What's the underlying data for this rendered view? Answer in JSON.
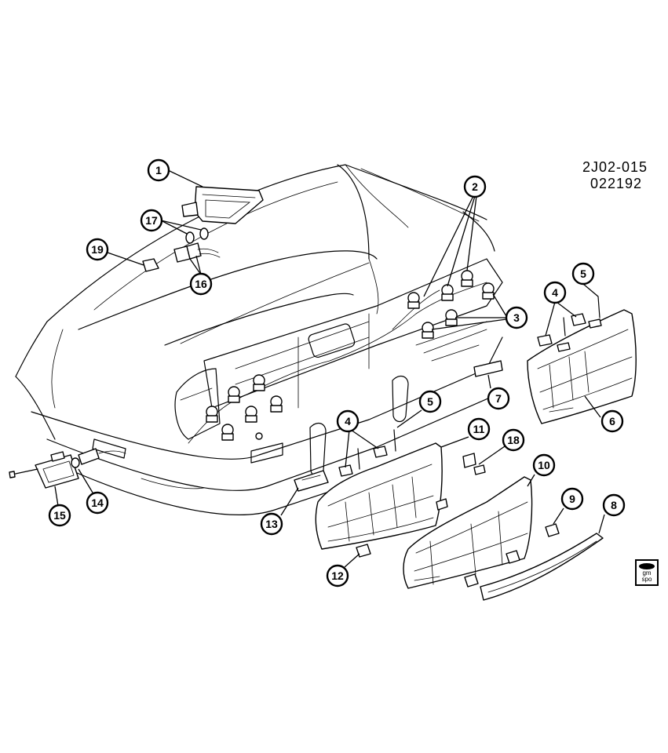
{
  "reference": {
    "code": "2J02-015",
    "date": "022192"
  },
  "logo": {
    "line1": "gm",
    "line2": "spo"
  },
  "callouts": [
    "1",
    "2",
    "3",
    "4",
    "5",
    "6",
    "7",
    "8",
    "9",
    "10",
    "11",
    "12",
    "13",
    "14",
    "15",
    "16",
    "17",
    "18",
    "19"
  ]
}
